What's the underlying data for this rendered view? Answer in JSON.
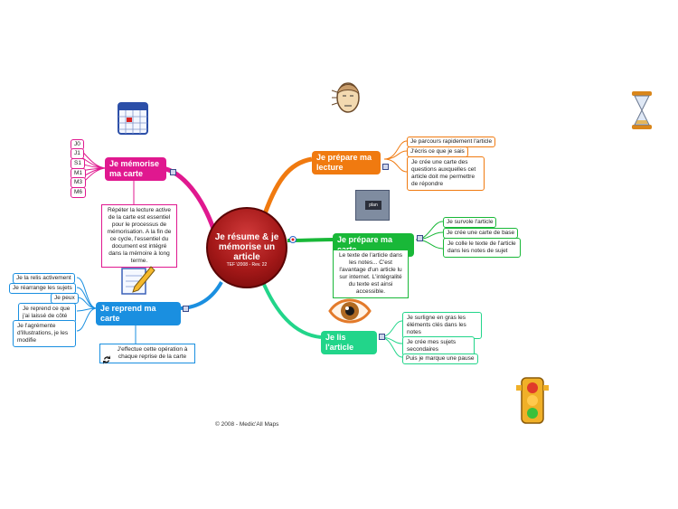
{
  "centre": {
    "title": "Je résume & je mémorise un article",
    "subtitle": "TEF \\2008 - Rev. 22"
  },
  "branches": {
    "memorise": {
      "label": "Je mémorise ma carte",
      "color": "#e0188f",
      "tags": [
        "J0",
        "J1",
        "S1",
        "M1",
        "M3",
        "M6"
      ],
      "note": "Répéter la lecture active de la carte est essentiel pour le processus de mémorisation. A la fin de ce cycle, l'essentiel du document est intégré dans la mémoire à long terme."
    },
    "prepare_lecture": {
      "label": "Je prépare ma lecture",
      "color": "#f07a10",
      "items": [
        "Je parcours rapidement l'article",
        "J'écris ce que je sais",
        "Je crée une carte des questions auxquelles cet article doit me permettre de répondre"
      ]
    },
    "prepare_carte": {
      "label": "Je prépare ma carte",
      "color": "#19b838",
      "items": [
        "Je survole l'article",
        "Je crée une carte de base",
        "Je colle le texte de l'article dans les notes de sujet"
      ],
      "note": "Le texte de l'article dans les notes... C'est l'avantage d'un article lu sur internet. L'intégralité du texte est ainsi accessible.",
      "icon_label": "plan"
    },
    "lis": {
      "label": "Je lis l'article",
      "color": "#22d58a",
      "items": [
        "Je surligne en gras les éléments clés dans les notes",
        "Je crée mes sujets secondaires",
        "Puis je marque une pause"
      ]
    },
    "reprend": {
      "label": "Je reprend ma carte",
      "color": "#1a8fe0",
      "items": [
        "Je la relis activement",
        "Je réarrange les sujets",
        "Je peux",
        "Je reprend ce que j'ai laissé de côté",
        "Je l'agrémente d'illustrations, je les modifie"
      ],
      "note": "J'effectue cette opération à chaque reprise de la carte"
    }
  },
  "footer": "© 2008 - Medic'All Maps",
  "icons": [
    "calendar-icon",
    "head-icon",
    "hourglass-icon",
    "plan-icon",
    "eye-icon",
    "pencil-icon",
    "traffic-light-icon",
    "recycle-icon"
  ]
}
